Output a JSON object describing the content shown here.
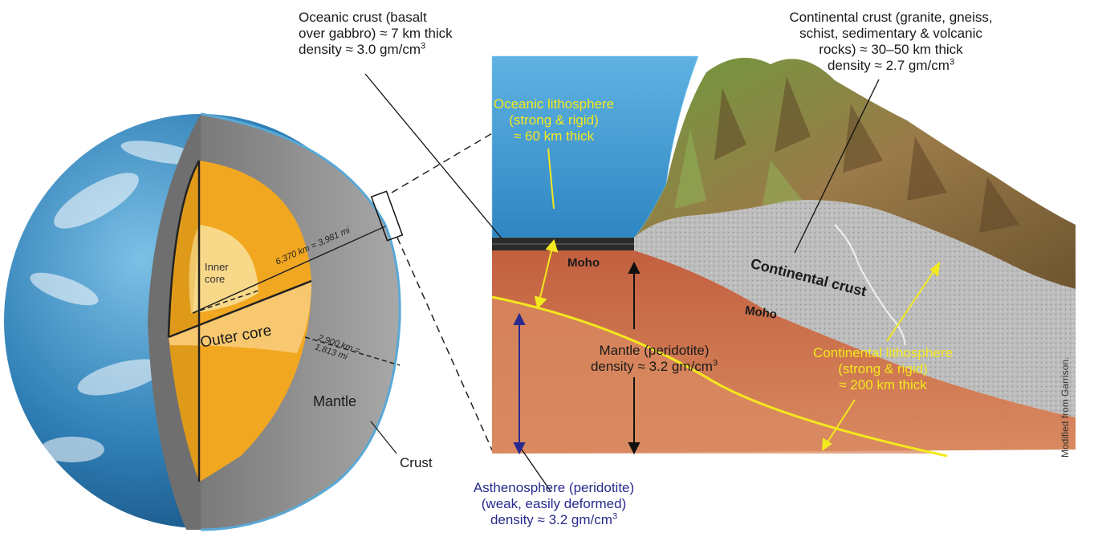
{
  "labels": {
    "oceanic_crust": [
      "Oceanic crust (basalt",
      "over gabbro) ≈ 7 km thick",
      "density ≈ 3.0 gm/cm",
      "3"
    ],
    "continental_crust_top": [
      "Continental crust (granite, gneiss,",
      "schist, sedimentary & volcanic",
      "rocks) ≈ 30–50 km thick",
      "density ≈ 2.7 gm/cm",
      "3"
    ],
    "oceanic_lithosphere": [
      "Oceanic lithosphere",
      "(strong & rigid)",
      "≈ 60 km thick"
    ],
    "moho_left": "Moho",
    "moho_right": "Moho",
    "continental_crust_body": "Continental crust",
    "mantle": [
      "Mantle (peridotite)",
      "density ≈ 3.2 gm/cm",
      "3"
    ],
    "continental_lithosphere": [
      "Continental lithosphere",
      "(strong & rigid)",
      "≈ 200 km thick"
    ],
    "asthenosphere": [
      "Asthenosphere (peridotite)",
      "(weak, easily deformed)",
      "density ≈ 3.2 gm/cm",
      "3"
    ],
    "inner_core": [
      "Inner",
      "core"
    ],
    "outer_core": "Outer core",
    "radius": "6,370 km = 3,981 mi",
    "mantle_thickness": [
      "2,900 km =",
      "1,813 mi"
    ],
    "mantle_globe": "Mantle",
    "crust_globe": "Crust",
    "credit": "Modified from Garrison."
  },
  "colors": {
    "ocean": "#3f97cf",
    "earth_blue": "#2f7fb6",
    "mantle_gray": "#9b9b9b",
    "outer_core": "#f2a720",
    "inner_core": "#f8d98a",
    "mantle_red": "#c8694a",
    "asthenosphere": "#d9895f",
    "continental_crust": "#b9b9b9",
    "mountains": "#8a6a3a",
    "lithosphere_line": "#f4e81e",
    "asthenosphere_arrow": "#2a2a8e"
  }
}
